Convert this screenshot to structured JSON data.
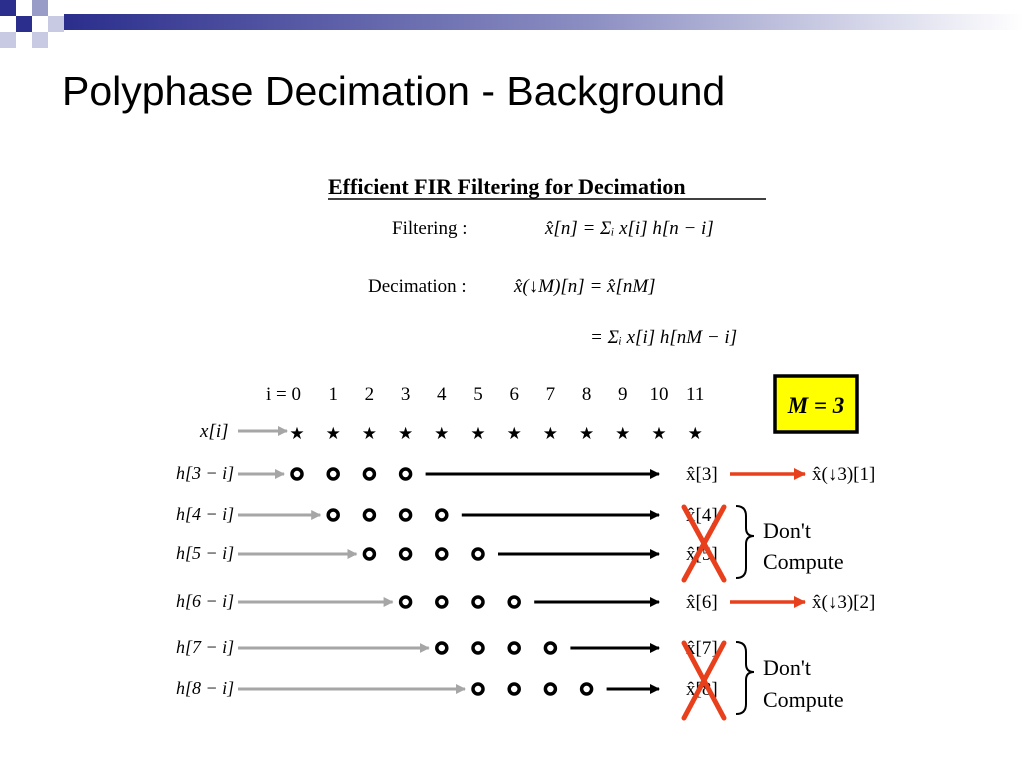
{
  "slide": {
    "title": "Polyphase Decimation - Background"
  },
  "figure": {
    "heading": "Efficient FIR Filtering for Decimation",
    "filtering_label": "Filtering :",
    "filtering_eq": "x̂[n] = Σᵢ x[i] h[n − i]",
    "decimation_label": "Decimation :",
    "decimation_eq": "x̂(↓M)[n] = x̂[nM]",
    "decimation_eq2": "= Σᵢ x[i] h[nM − i]",
    "index_label": "i = 0",
    "indices": [
      "1",
      "2",
      "3",
      "4",
      "5",
      "6",
      "7",
      "8",
      "9",
      "10",
      "11"
    ],
    "m_badge": "M = 3",
    "x_label": "x[i]",
    "h_rows": [
      {
        "label": "h[3 − i]",
        "output": "x̂[3]",
        "result": "x̂(↓3)[1]",
        "computed": true
      },
      {
        "label": "h[4 − i]",
        "output": "x̂[4]",
        "computed": false
      },
      {
        "label": "h[5 − i]",
        "output": "x̂[5]",
        "computed": false
      },
      {
        "label": "h[6 − i]",
        "output": "x̂[6]",
        "result": "x̂(↓3)[2]",
        "computed": true
      },
      {
        "label": "h[7 − i]",
        "output": "x̂[7]",
        "computed": false
      },
      {
        "label": "h[8 − i]",
        "output": "x̂[8]",
        "computed": false
      }
    ],
    "dont_compute_1": "Don't",
    "dont_compute_2": "Compute"
  },
  "colors": {
    "accent_blue": "#2b2e8c",
    "arrow_gray": "#a6a6a6",
    "arrow_red": "#e8401c",
    "badge_yellow": "#ffff00"
  }
}
